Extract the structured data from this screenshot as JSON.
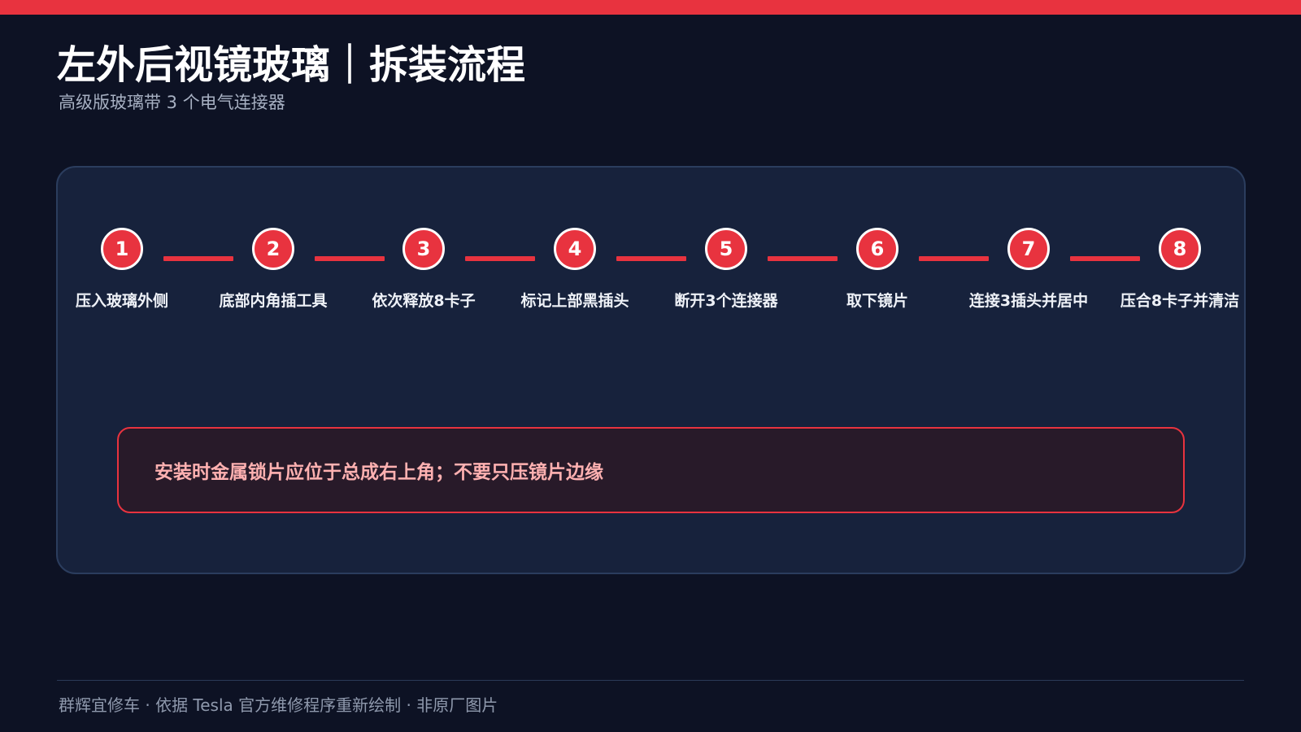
{
  "header": {
    "title": "左外后视镜玻璃｜拆装流程",
    "subtitle": "高级版玻璃带 3 个电气连接器"
  },
  "steps": [
    {
      "number": "1",
      "label": "压入玻璃外侧"
    },
    {
      "number": "2",
      "label": "底部内角插工具"
    },
    {
      "number": "3",
      "label": "依次释放8卡子"
    },
    {
      "number": "4",
      "label": "标记上部黑插头"
    },
    {
      "number": "5",
      "label": "断开3个连接器"
    },
    {
      "number": "6",
      "label": "取下镜片"
    },
    {
      "number": "7",
      "label": "连接3插头并居中"
    },
    {
      "number": "8",
      "label": "压合8卡子并清洁"
    }
  ],
  "notice": {
    "text": "安装时金属锁片应位于总成右上角；不要只压镜片边缘"
  },
  "footer": {
    "text": "群辉宜修车 · 依据 Tesla 官方维修程序重新绘制 · 非原厂图片"
  },
  "colors": {
    "accent": "#e8333f",
    "background": "#0d1224",
    "panel": "#17223c",
    "notice_text": "#ffb1b1"
  }
}
